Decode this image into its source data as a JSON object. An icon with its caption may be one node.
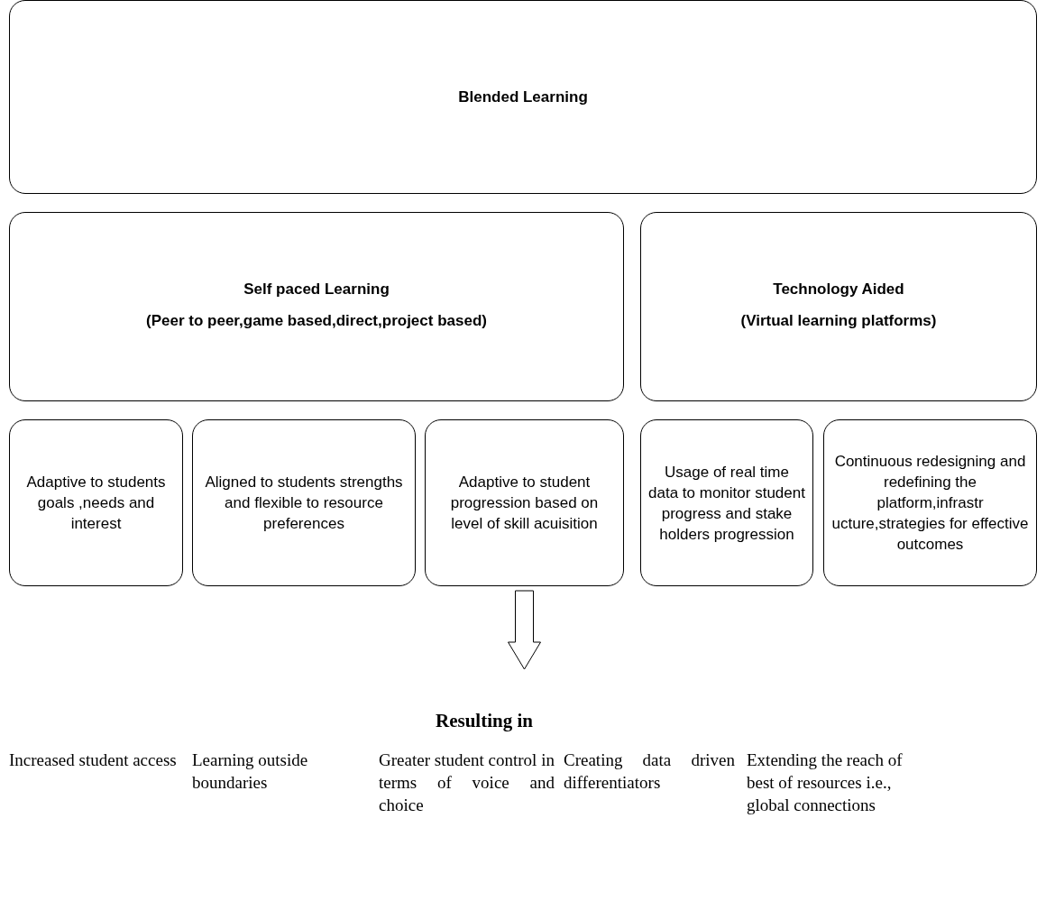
{
  "diagram": {
    "nodes": [
      {
        "text": [
          "Blended Learning"
        ]
      },
      {
        "text": [
          "Self paced Learning",
          "(Peer to peer,game based,direct,project based)"
        ]
      },
      {
        "text": [
          "Technology Aided",
          "(Virtual learning platforms)"
        ]
      },
      {
        "text": [
          "Adaptive to students goals ,needs and interest"
        ]
      },
      {
        "text": [
          "Aligned to students strengths and flexible  to resource preferences"
        ]
      },
      {
        "text": [
          "Adaptive to student progression based on level of skill acuisition"
        ]
      },
      {
        "text": [
          "Usage of real time data to monitor student progress and stake holders progression"
        ]
      },
      {
        "text": [
          "Continuous redesigning and redefining the platform,infrastr ucture,strategies for effective outcomes"
        ]
      },
      {
        "text": [
          "Resulting in"
        ]
      }
    ],
    "edges": [
      {
        "from": 5,
        "to": 8,
        "arrow": "to"
      }
    ],
    "labels": [
      "Increased student access",
      "Learning outside boundaries",
      "Greater student control in terms of voice and choice",
      "Creating data driven differentiators",
      "Extending the reach of best of resources i.e., global connections"
    ]
  }
}
